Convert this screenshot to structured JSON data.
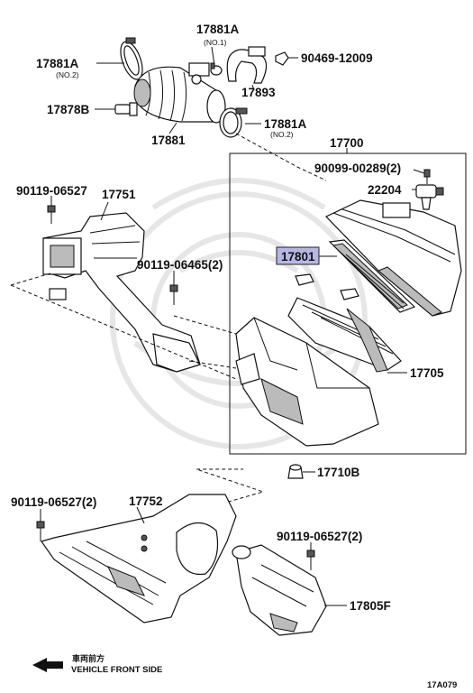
{
  "diagram_code": "17A079",
  "direction": {
    "cjk": "車両前方",
    "text": "VEHICLE FRONT SIDE"
  },
  "parts": {
    "p17881A_no1": {
      "number": "17881A",
      "note": "(NO.1)"
    },
    "p17881A_no2_left": {
      "number": "17881A",
      "note": "(NO.2)"
    },
    "p17881A_no2_right": {
      "number": "17881A",
      "note": "(NO.2)"
    },
    "p90469": {
      "number": "90469-12009"
    },
    "p17878B": {
      "number": "17878B"
    },
    "p17893": {
      "number": "17893"
    },
    "p17881": {
      "number": "17881"
    },
    "p17700": {
      "number": "17700"
    },
    "p90099": {
      "number": "90099-00289(2)"
    },
    "p22204": {
      "number": "22204"
    },
    "p90119_top": {
      "number": "90119-06527"
    },
    "p17751": {
      "number": "17751"
    },
    "p90119_06465": {
      "number": "90119-06465(2)"
    },
    "p17801": {
      "number": "17801"
    },
    "p17705": {
      "number": "17705"
    },
    "p17710B": {
      "number": "17710B"
    },
    "p90119_left2": {
      "number": "90119-06527(2)"
    },
    "p17752": {
      "number": "17752"
    },
    "p90119_right2": {
      "number": "90119-06527(2)"
    },
    "p17805F": {
      "number": "17805F"
    }
  }
}
